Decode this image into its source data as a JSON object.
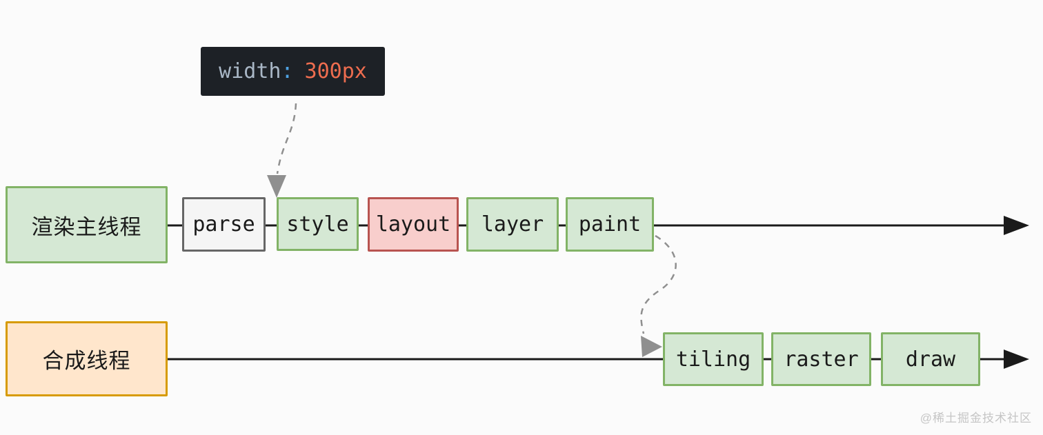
{
  "diagram": {
    "title": "browser-render-pipeline",
    "background": "#fbfbfb",
    "tooltip": {
      "property": "width",
      "separator": ":",
      "value": "300px",
      "bg": "#1d2126",
      "property_color": "#a9b7c6",
      "separator_color": "#4fa3e3",
      "value_color": "#ee6d4f"
    },
    "main_thread": {
      "label": "渲染主线程",
      "stages": [
        {
          "label": "parse",
          "style": "gray"
        },
        {
          "label": "style",
          "style": "green"
        },
        {
          "label": "layout",
          "style": "red"
        },
        {
          "label": "layer",
          "style": "green"
        },
        {
          "label": "paint",
          "style": "green"
        }
      ]
    },
    "compositor_thread": {
      "label": "合成线程",
      "stages": [
        {
          "label": "tiling",
          "style": "green"
        },
        {
          "label": "raster",
          "style": "green"
        },
        {
          "label": "draw",
          "style": "green"
        }
      ]
    },
    "colors": {
      "green_fill": "#d5e8d4",
      "green_border": "#82b366",
      "red_fill": "#f8cecc",
      "red_border": "#b85450",
      "orange_fill": "#ffe6cc",
      "orange_border": "#d79b00",
      "gray_fill": "#f5f5f5",
      "gray_border": "#666666",
      "timeline": "#1a1a1a",
      "dashed_arrow": "#8f8f8f"
    },
    "watermark": "@稀土掘金技术社区"
  }
}
